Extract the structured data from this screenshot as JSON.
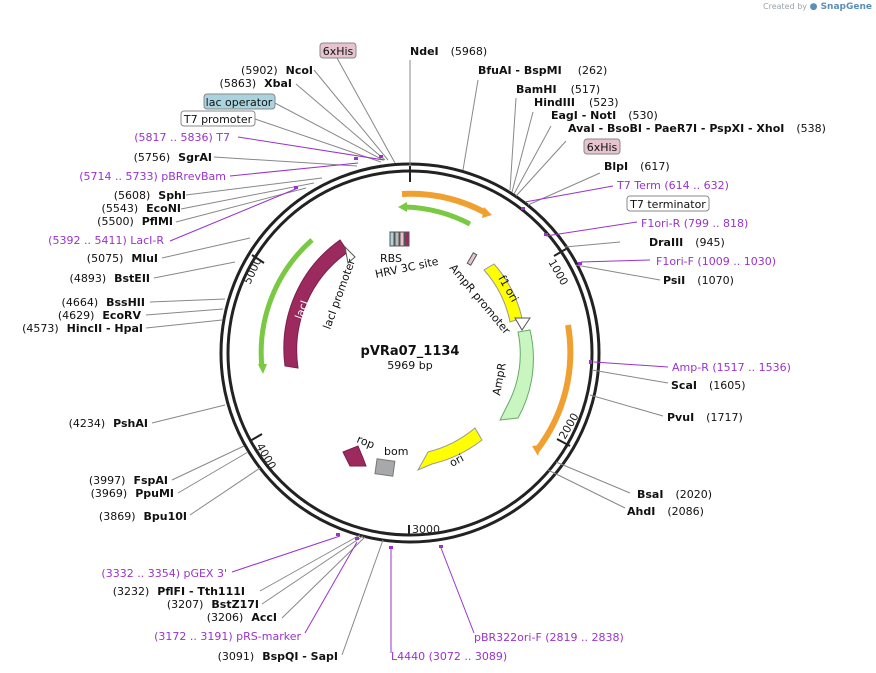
{
  "credit": {
    "prefix": "Created by",
    "brand": "SnapGene"
  },
  "plasmid": {
    "name": "pVRa07_1134",
    "size_label": "5969 bp",
    "size": 5969
  },
  "ticks": [
    "1000",
    "2000",
    "3000",
    "4000",
    "5000"
  ],
  "colors": {
    "backbone": "#222222",
    "primer": "#9933cc",
    "lacI": "#9c2a5e",
    "ampR": "#c8f5c0",
    "ori": "#ffff00",
    "orange": "#f0a030",
    "green_arrow": "#7ac943",
    "his": "#e6c3cf",
    "lacop": "#a9d3de"
  },
  "labels": {
    "right": [
      {
        "id": "ndei",
        "name": "NdeI",
        "pos": "(5968)"
      },
      {
        "id": "bfuai",
        "name": "BfuAI   - BspMI",
        "pos": "(262)"
      },
      {
        "id": "bamhi",
        "name": "BamHI",
        "pos": "(517)"
      },
      {
        "id": "hindiii",
        "name": "HindIII",
        "pos": "(523)"
      },
      {
        "id": "eagi",
        "name": "EagI   - NotI",
        "pos": "(530)"
      },
      {
        "id": "avai",
        "name": "AvaI   - BsoBI   - PaeR7I   - PspXI   - XhoI",
        "pos": "(538)"
      },
      {
        "id": "blpi",
        "name": "BlpI",
        "pos": "(617)"
      },
      {
        "id": "drai",
        "name": "DraIII",
        "pos": "(945)"
      },
      {
        "id": "psii",
        "name": "PsiI",
        "pos": "(1070)"
      },
      {
        "id": "scai",
        "name": "ScaI",
        "pos": "(1605)"
      },
      {
        "id": "pvui",
        "name": "PvuI",
        "pos": "(1717)"
      },
      {
        "id": "bsai",
        "name": "BsaI",
        "pos": "(2020)"
      },
      {
        "id": "ahdi",
        "name": "AhdI",
        "pos": "(2086)"
      }
    ],
    "left": [
      {
        "id": "ncoi",
        "name": "NcoI",
        "pos": "(5902)"
      },
      {
        "id": "xbai",
        "name": "XbaI",
        "pos": "(5863)"
      },
      {
        "id": "sgrai",
        "name": "SgrAI",
        "pos": "(5756)"
      },
      {
        "id": "sphi",
        "name": "SphI",
        "pos": "(5608)"
      },
      {
        "id": "econi",
        "name": "EcoNI",
        "pos": "(5543)"
      },
      {
        "id": "pflmi",
        "name": "PflMI",
        "pos": "(5500)"
      },
      {
        "id": "mlui",
        "name": "MluI",
        "pos": "(5075)"
      },
      {
        "id": "bsteii",
        "name": "BstEII",
        "pos": "(4893)"
      },
      {
        "id": "bsshii",
        "name": "BssHII",
        "pos": "(4664)"
      },
      {
        "id": "ecorv",
        "name": "EcoRV",
        "pos": "(4629)"
      },
      {
        "id": "hincii",
        "name": "HincII   - HpaI",
        "pos": "(4573)"
      },
      {
        "id": "pshai",
        "name": "PshAI",
        "pos": "(4234)"
      },
      {
        "id": "fspai",
        "name": "FspAI",
        "pos": "(3997)"
      },
      {
        "id": "ppumi",
        "name": "PpuMI",
        "pos": "(3969)"
      },
      {
        "id": "bpu10i",
        "name": "Bpu10I",
        "pos": "(3869)"
      },
      {
        "id": "pflfi",
        "name": "PflFI   - Tth111I",
        "pos": "(3232)"
      },
      {
        "id": "bstz17i",
        "name": "BstZ17I",
        "pos": "(3207)"
      },
      {
        "id": "acci",
        "name": "AccI",
        "pos": "(3206)"
      },
      {
        "id": "bspqi",
        "name": "BspQI   - SapI",
        "pos": "(3091)"
      }
    ],
    "primers": [
      {
        "id": "t7",
        "text": "(5817 .. 5836)  T7"
      },
      {
        "id": "pbrrevbam",
        "text": "(5714 .. 5733)  pBRrevBam"
      },
      {
        "id": "laci-r",
        "text": "(5392 .. 5411)  LacI-R"
      },
      {
        "id": "t7term",
        "text": "T7 Term     (614 .. 632)"
      },
      {
        "id": "f1ori-r",
        "text": "F1ori-R    (799 .. 818)"
      },
      {
        "id": "f1ori-f",
        "text": "F1ori-F    (1009 .. 1030)"
      },
      {
        "id": "amp-r",
        "text": "Amp-R    (1517 .. 1536)"
      },
      {
        "id": "pgex3",
        "text": "(3332 .. 3354)  pGEX 3'"
      },
      {
        "id": "prs-marker",
        "text": "(3172 .. 3191)  pRS-marker"
      },
      {
        "id": "pbr322ori-f",
        "text": "pBR322ori-F    (2819 .. 2838)"
      },
      {
        "id": "l4440",
        "text": "L4440    (3072 .. 3089)"
      }
    ],
    "boxes": [
      {
        "id": "his-left",
        "text": "6xHis"
      },
      {
        "id": "lac-operator",
        "text": "lac operator"
      },
      {
        "id": "t7-promoter",
        "text": "T7 promoter"
      },
      {
        "id": "his-right",
        "text": "6xHis"
      },
      {
        "id": "t7-terminator",
        "text": "T7 terminator"
      }
    ]
  },
  "features": {
    "lacI": "lacI",
    "lacI_promoter": "lacI promoter",
    "rbs": "RBS",
    "hrv": "HRV 3C site",
    "ampR_promoter": "AmpR promoter",
    "f1_ori": "f1 ori",
    "ampR": "AmpR",
    "ori": "ori",
    "rop": "rop",
    "bom": "bom"
  }
}
